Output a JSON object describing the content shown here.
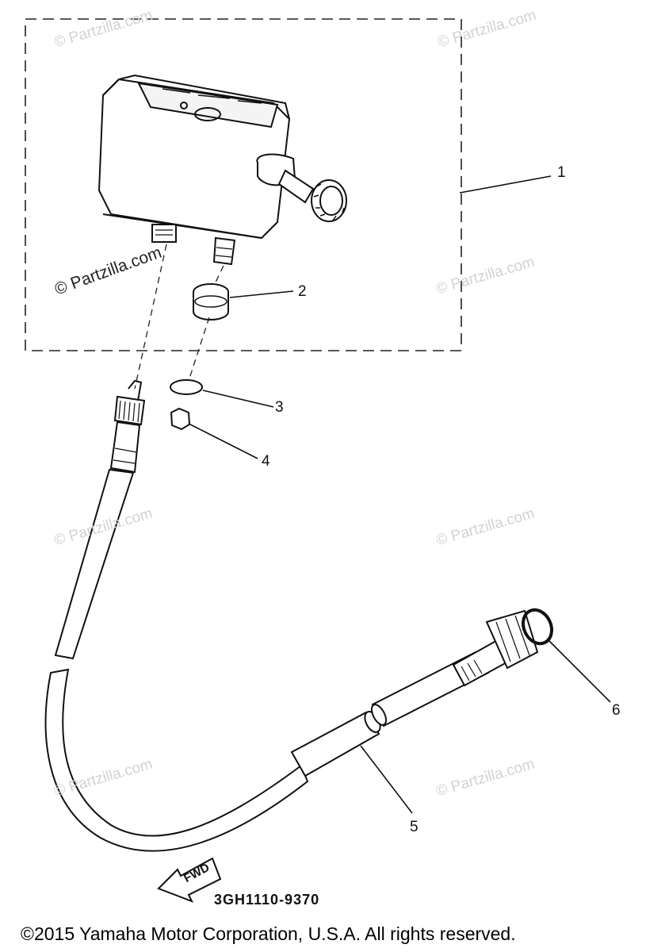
{
  "diagram": {
    "callouts": [
      {
        "id": "1",
        "label": "1"
      },
      {
        "id": "2",
        "label": "2"
      },
      {
        "id": "3",
        "label": "3"
      },
      {
        "id": "4",
        "label": "4"
      },
      {
        "id": "5",
        "label": "5"
      },
      {
        "id": "6",
        "label": "6"
      }
    ],
    "watermark_text": "© Partzilla.com",
    "direction_label": "FWD",
    "drawing_code": "3GH1110-9370",
    "copyright": "©2015  Yamaha Motor Corporation, U.S.A. All rights reserved."
  }
}
